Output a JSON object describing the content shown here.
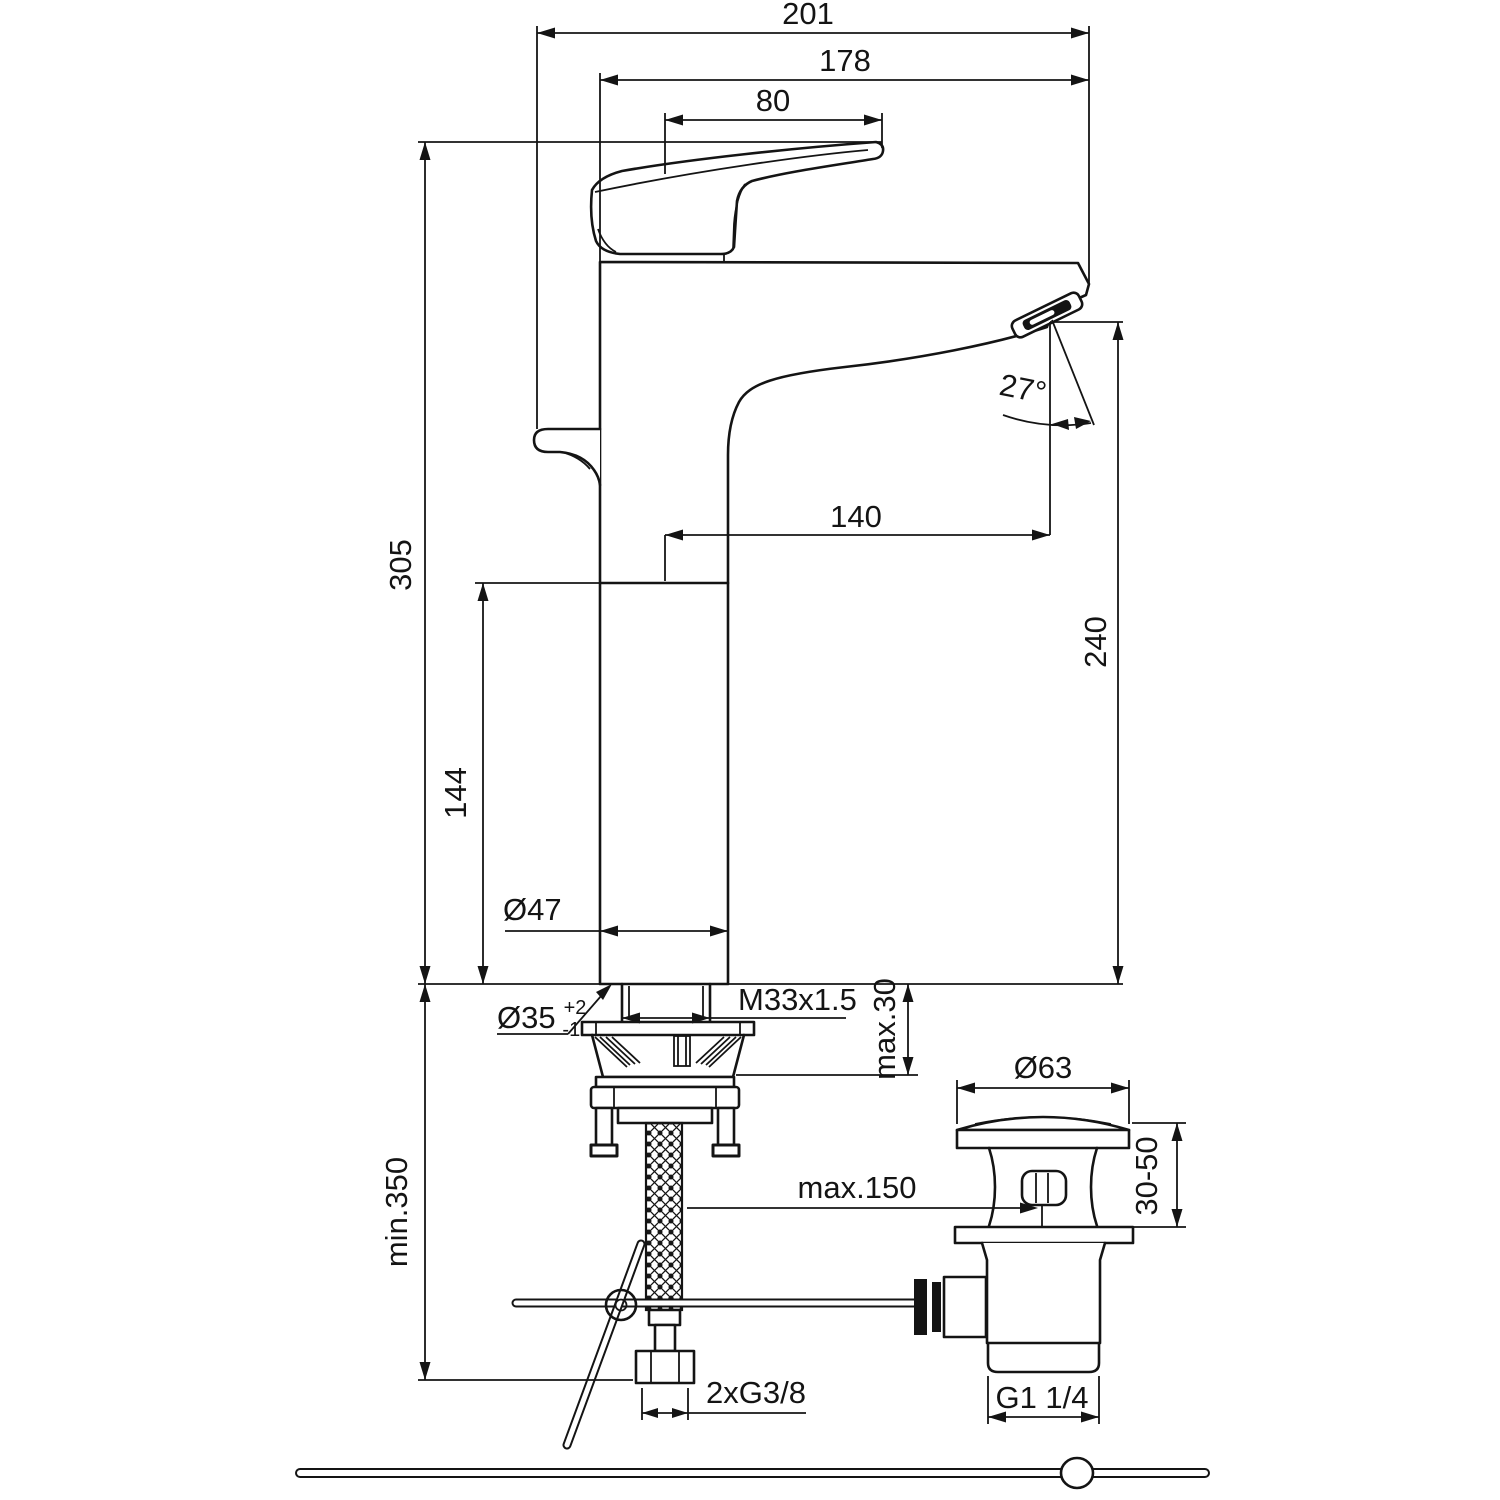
{
  "drawing": {
    "type": "technical-dimension-drawing",
    "subject": "single-lever basin mixer tap with mounting set and pop-up waste",
    "line_color": "#141414",
    "background_color": "#ffffff"
  },
  "dims": {
    "overall_width": "201",
    "upper_width": "178",
    "handle_length": "80",
    "overall_height": "305",
    "base_height": "144",
    "spout_reach": "140",
    "spout_height": "240",
    "spout_angle": "27°",
    "body_dia": "Ø47",
    "hole_dia": "Ø35",
    "hole_tol_plus": "+2",
    "hole_tol_minus": "-1",
    "shank_thread": "M33x1.5",
    "deck_max": "max.30",
    "clearance_min": "min.350",
    "supply_thread": "2xG3/8",
    "waste_cap_dia": "Ø63",
    "waste_clamp": "30-50",
    "rod_reach_max": "max.150",
    "waste_thread": "G1 1/4"
  }
}
